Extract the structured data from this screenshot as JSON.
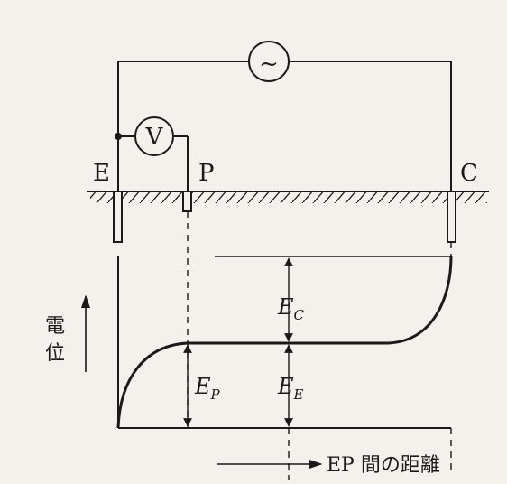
{
  "diagram": {
    "ac_source_symbol": "~",
    "voltmeter_symbol": "V",
    "electrodes": {
      "earth": "E",
      "potential": "P",
      "current": "C"
    },
    "graph": {
      "y_axis_label_char1": "電",
      "y_axis_label_char2": "位",
      "x_axis_label": "EP 間の距離",
      "ep_main": "E",
      "ep_sub": "P",
      "ee_main": "E",
      "ee_sub": "E",
      "ec_main": "E",
      "ec_sub": "C"
    }
  },
  "colors": {
    "ink": "#1a1a1a",
    "paper": "#f3f1ec"
  }
}
